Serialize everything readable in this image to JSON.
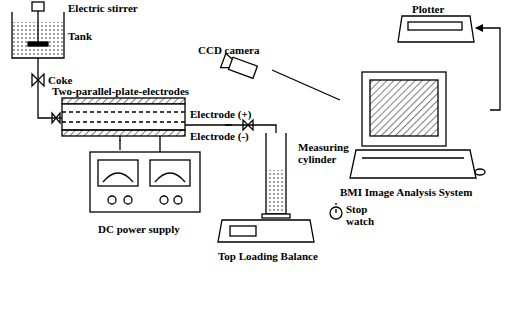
{
  "diagram": {
    "nodes": [
      {
        "text": [
          "Electric stirrer",
          "Tank"
        ]
      },
      {
        "text": [
          "Two-parallel-plate-electrodes"
        ]
      },
      {
        "text": [
          "DC power supply"
        ]
      },
      {
        "text": [
          "Measuring cylinder"
        ]
      },
      {
        "text": [
          "Top Loading Balance"
        ]
      },
      {
        "text": [
          "CCD camera"
        ]
      },
      {
        "text": [
          "BMI Image Analysis System"
        ]
      },
      {
        "text": [
          "Plotter"
        ]
      }
    ],
    "edges": [
      {
        "from": 0,
        "to": 1,
        "arrow": "none"
      },
      {
        "from": 1,
        "to": 2,
        "arrow": "none"
      },
      {
        "from": 1,
        "to": 3,
        "arrow": "none"
      },
      {
        "from": 5,
        "to": 6,
        "arrow": "none"
      },
      {
        "from": 6,
        "to": 7,
        "arrow": "to"
      }
    ],
    "labels": [
      "Coke",
      "Electrode (+)",
      "Electrode (-)",
      "Stop watch"
    ]
  }
}
